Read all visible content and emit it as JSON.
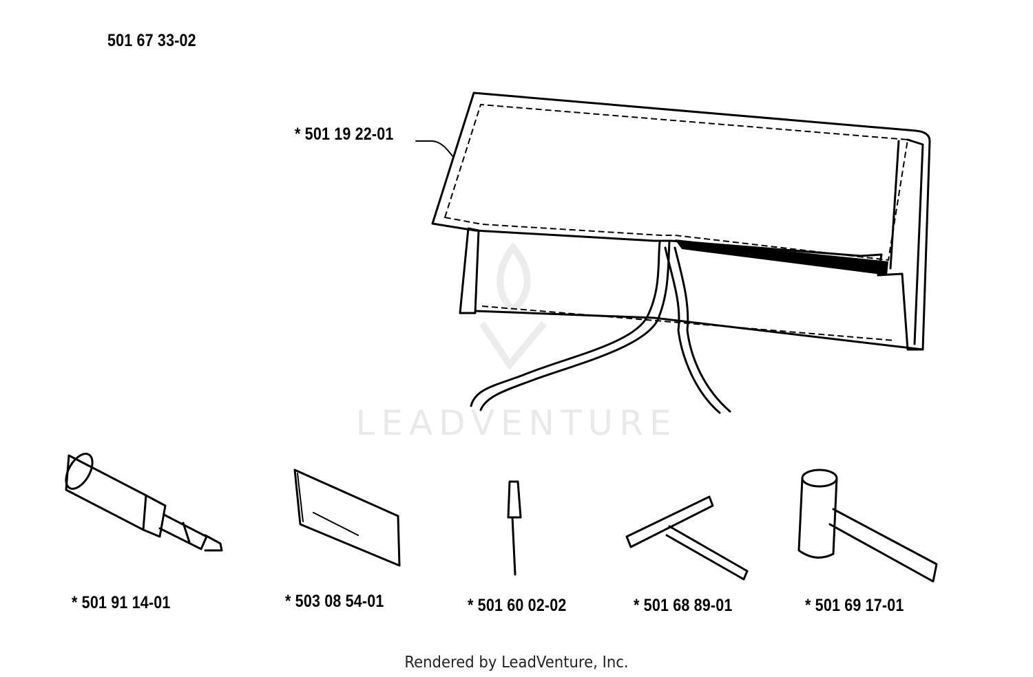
{
  "diagram": {
    "assembly_number": "501 67 33-02",
    "parts": [
      {
        "id": "pouch",
        "label": "*  501 19 22-01"
      },
      {
        "id": "tool-1",
        "label": "*  501 91 14-01"
      },
      {
        "id": "tool-2",
        "label": "*  503 08 54-01"
      },
      {
        "id": "tool-3",
        "label": "*  501 60 02-02"
      },
      {
        "id": "tool-4",
        "label": "*  501 68 89-01"
      },
      {
        "id": "tool-5",
        "label": "*  501 69 17-01"
      }
    ],
    "watermark": "LEADVENTURE",
    "footer": "Rendered by LeadVenture, Inc."
  }
}
